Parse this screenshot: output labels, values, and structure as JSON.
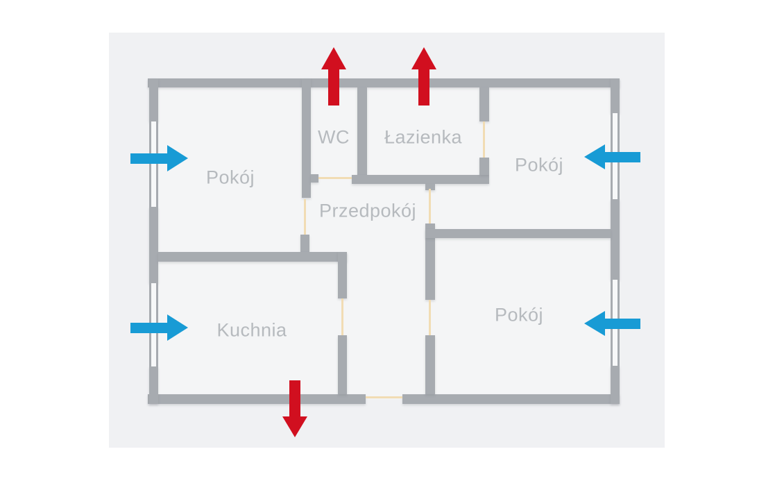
{
  "diagram": {
    "title": "apartment-ventilation-floor-plan",
    "rooms": {
      "room_top_left": {
        "label": "Pokój"
      },
      "wc": {
        "label": "WC"
      },
      "bathroom": {
        "label": "Łazienka"
      },
      "room_top_right": {
        "label": "Pokój"
      },
      "hallway": {
        "label": "Przedpokój"
      },
      "kitchen": {
        "label": "Kuchnia"
      },
      "room_bottom_right": {
        "label": "Pokój"
      }
    },
    "arrows": [
      {
        "icon": "exhaust-arrow-icon",
        "direction": "up",
        "location": "above WC, through top wall",
        "color": "red"
      },
      {
        "icon": "exhaust-arrow-icon",
        "direction": "up",
        "location": "above Łazienka, through top wall",
        "color": "red"
      },
      {
        "icon": "exhaust-arrow-icon",
        "direction": "down",
        "location": "below Kuchnia, through bottom wall",
        "color": "red"
      },
      {
        "icon": "supply-arrow-icon",
        "direction": "right",
        "location": "left wall into top-left Pokój",
        "color": "blue"
      },
      {
        "icon": "supply-arrow-icon",
        "direction": "right",
        "location": "left wall into Kuchnia",
        "color": "blue"
      },
      {
        "icon": "supply-arrow-icon",
        "direction": "left",
        "location": "right wall into top-right Pokój",
        "color": "blue"
      },
      {
        "icon": "supply-arrow-icon",
        "direction": "left",
        "location": "right wall into bottom-right Pokój",
        "color": "blue"
      }
    ]
  },
  "colors": {
    "page_bg": "#ffffff",
    "panel_bg": "#f0f1f3",
    "room_bg": "#f4f5f6",
    "wall": "#a7abb0",
    "door": "#f1dcb4",
    "label_text": "#b6babe",
    "supply_arrow": "#189bd5",
    "exhaust_arrow": "#d10f1f"
  }
}
